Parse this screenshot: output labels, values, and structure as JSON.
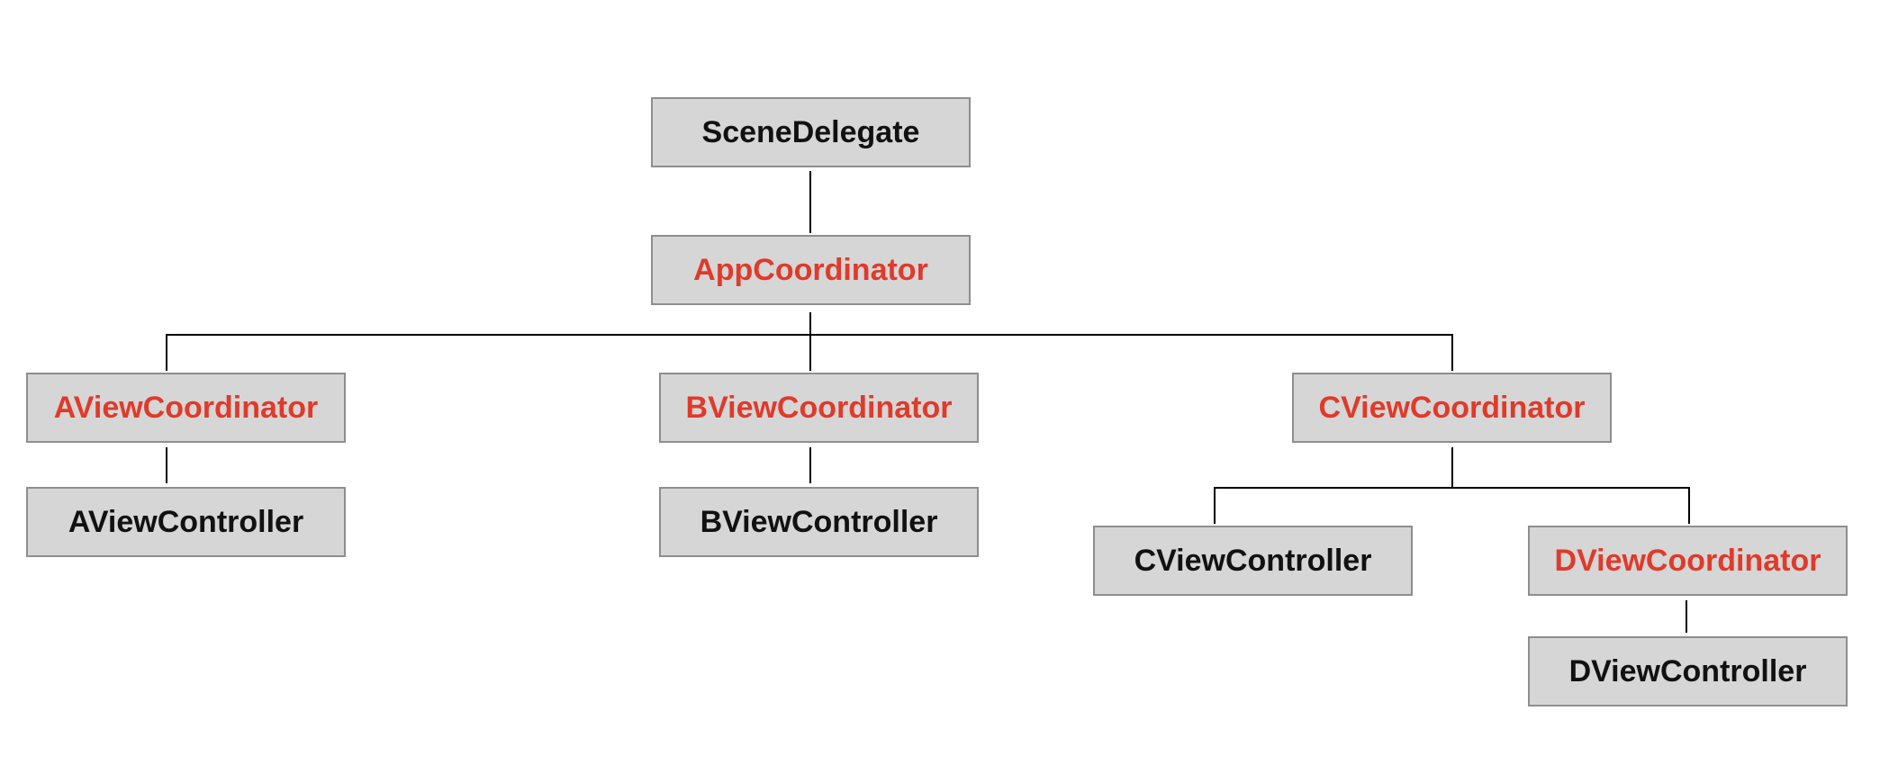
{
  "nodes": {
    "scene_delegate": "SceneDelegate",
    "app_coordinator": "AppCoordinator",
    "a_view_coordinator": "AViewCoordinator",
    "b_view_coordinator": "BViewCoordinator",
    "c_view_coordinator": "CViewCoordinator",
    "a_view_controller": "AViewController",
    "b_view_controller": "BViewController",
    "c_view_controller": "CViewController",
    "d_view_coordinator": "DViewCoordinator",
    "d_view_controller": "DViewController"
  },
  "colors": {
    "coordinator_text": "#e03a2a",
    "controller_text": "#111111",
    "box_fill": "#d6d6d6",
    "box_border": "#8e8e8e",
    "connector": "#000000"
  }
}
